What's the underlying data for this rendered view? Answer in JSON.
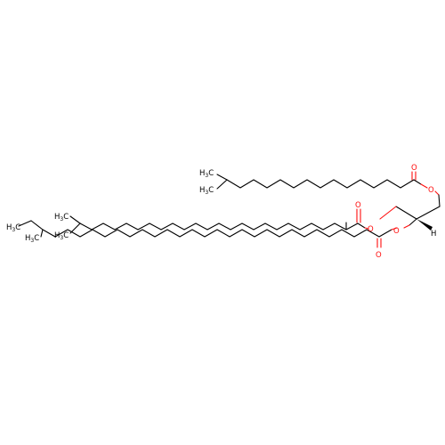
{
  "colors": {
    "background": "#ffffff",
    "bond": "#000000",
    "oxygen": "#ff0d0d"
  },
  "atoms": {
    "oxygen": "O",
    "hydrogen": "H",
    "methyl_c": "C",
    "methyl_h": "H",
    "methyl_sub": "3"
  }
}
